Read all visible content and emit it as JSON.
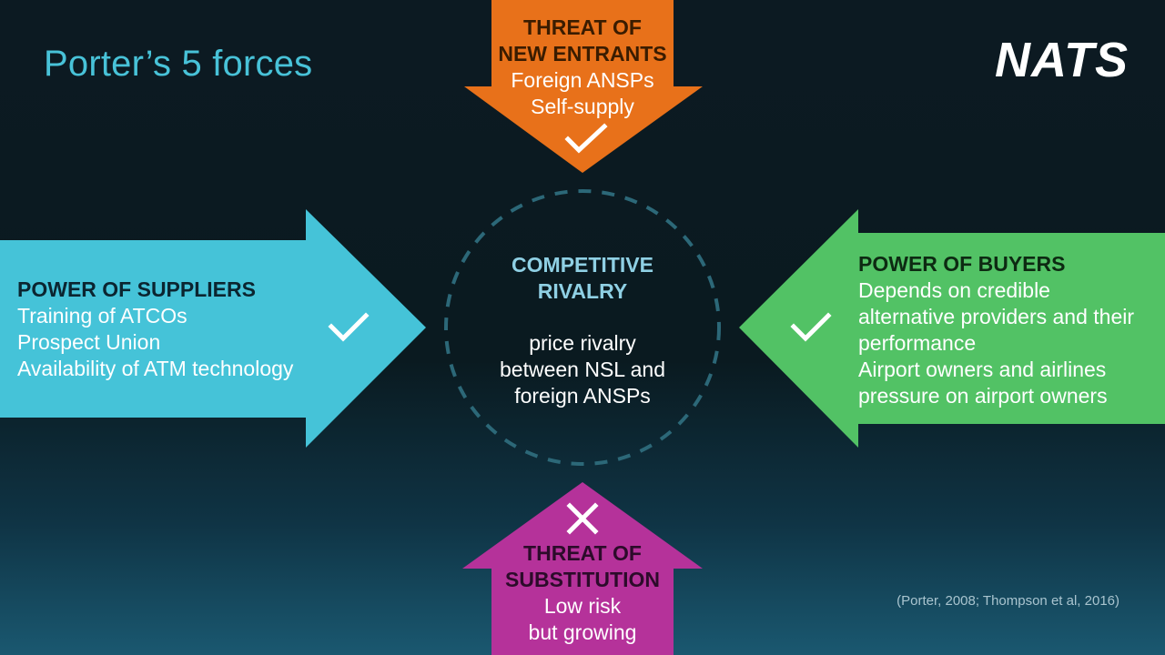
{
  "slide": {
    "title": "Porter’s 5 forces",
    "logo_text": "NATS",
    "citation": "(Porter, 2008; Thompson et al, 2016)"
  },
  "colors": {
    "title": "#48c2d8",
    "top_arrow": "#e8711a",
    "left_arrow": "#45c3d8",
    "right_arrow": "#52c265",
    "bottom_arrow": "#b5329a",
    "circle_dash": "#2c6878"
  },
  "forces": {
    "new_entrants": {
      "heading_lines": [
        "THREAT OF",
        "NEW ENTRANTS"
      ],
      "body_lines": [
        "Foreign ANSPs",
        "Self-supply"
      ],
      "mark": "check-icon"
    },
    "suppliers": {
      "heading_lines": [
        "POWER OF SUPPLIERS"
      ],
      "body_lines": [
        "Training of ATCOs",
        "Prospect Union",
        "Availability of ATM technology"
      ],
      "mark": "check-icon"
    },
    "buyers": {
      "heading_lines": [
        "POWER OF BUYERS"
      ],
      "body_lines": [
        "Depends on credible",
        "alternative providers and their",
        "performance",
        "Airport owners and airlines",
        "pressure on airport owners"
      ],
      "mark": "check-icon"
    },
    "substitution": {
      "heading_lines": [
        "THREAT OF",
        "SUBSTITUTION"
      ],
      "body_lines": [
        "Low risk",
        "but growing"
      ],
      "mark": "cross-icon"
    },
    "rivalry": {
      "heading_lines": [
        "COMPETITIVE",
        "RIVALRY"
      ],
      "body_lines": [
        "price rivalry",
        "between NSL and",
        "foreign ANSPs"
      ]
    }
  }
}
